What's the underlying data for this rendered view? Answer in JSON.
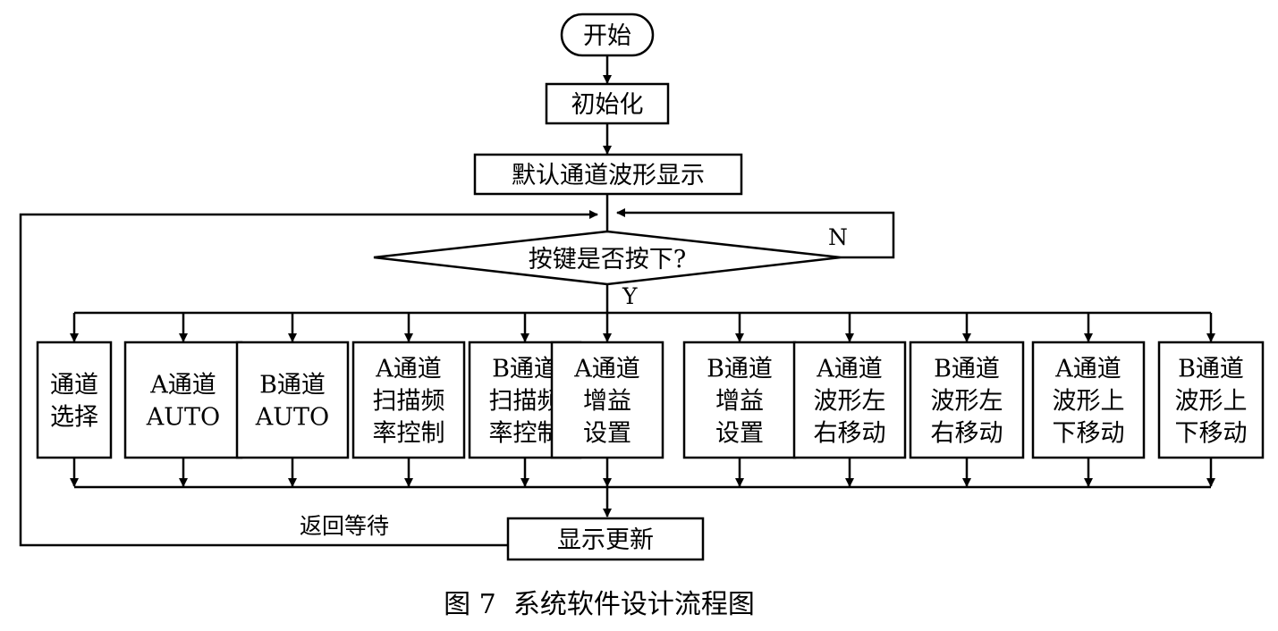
{
  "nodes": {
    "start": "开始",
    "init": "初始化",
    "default_display": "默认通道波形显示",
    "decision": "按键是否按下?",
    "update": "显示更新"
  },
  "labels": {
    "no": "N",
    "yes": "Y",
    "return_wait": "返回等待"
  },
  "branches": [
    {
      "lines": [
        "通道",
        "选择"
      ]
    },
    {
      "lines": [
        "A通道",
        "AUTO"
      ]
    },
    {
      "lines": [
        "B通道",
        "AUTO"
      ]
    },
    {
      "lines": [
        "A通道",
        "扫描频",
        "率控制"
      ]
    },
    {
      "lines": [
        "B通道",
        "扫描频",
        "率控制"
      ]
    },
    {
      "lines": [
        "A通道",
        "增益",
        "设置"
      ]
    },
    {
      "lines": [
        "B通道",
        "增益",
        "设置"
      ]
    },
    {
      "lines": [
        "A通道",
        "波形左",
        "右移动"
      ]
    },
    {
      "lines": [
        "B通道",
        "波形左",
        "右移动"
      ]
    },
    {
      "lines": [
        "A通道",
        "波形上",
        "下移动"
      ]
    },
    {
      "lines": [
        "B通道",
        "波形上",
        "下移动"
      ]
    }
  ],
  "caption": "图 7  系统软件设计流程图"
}
